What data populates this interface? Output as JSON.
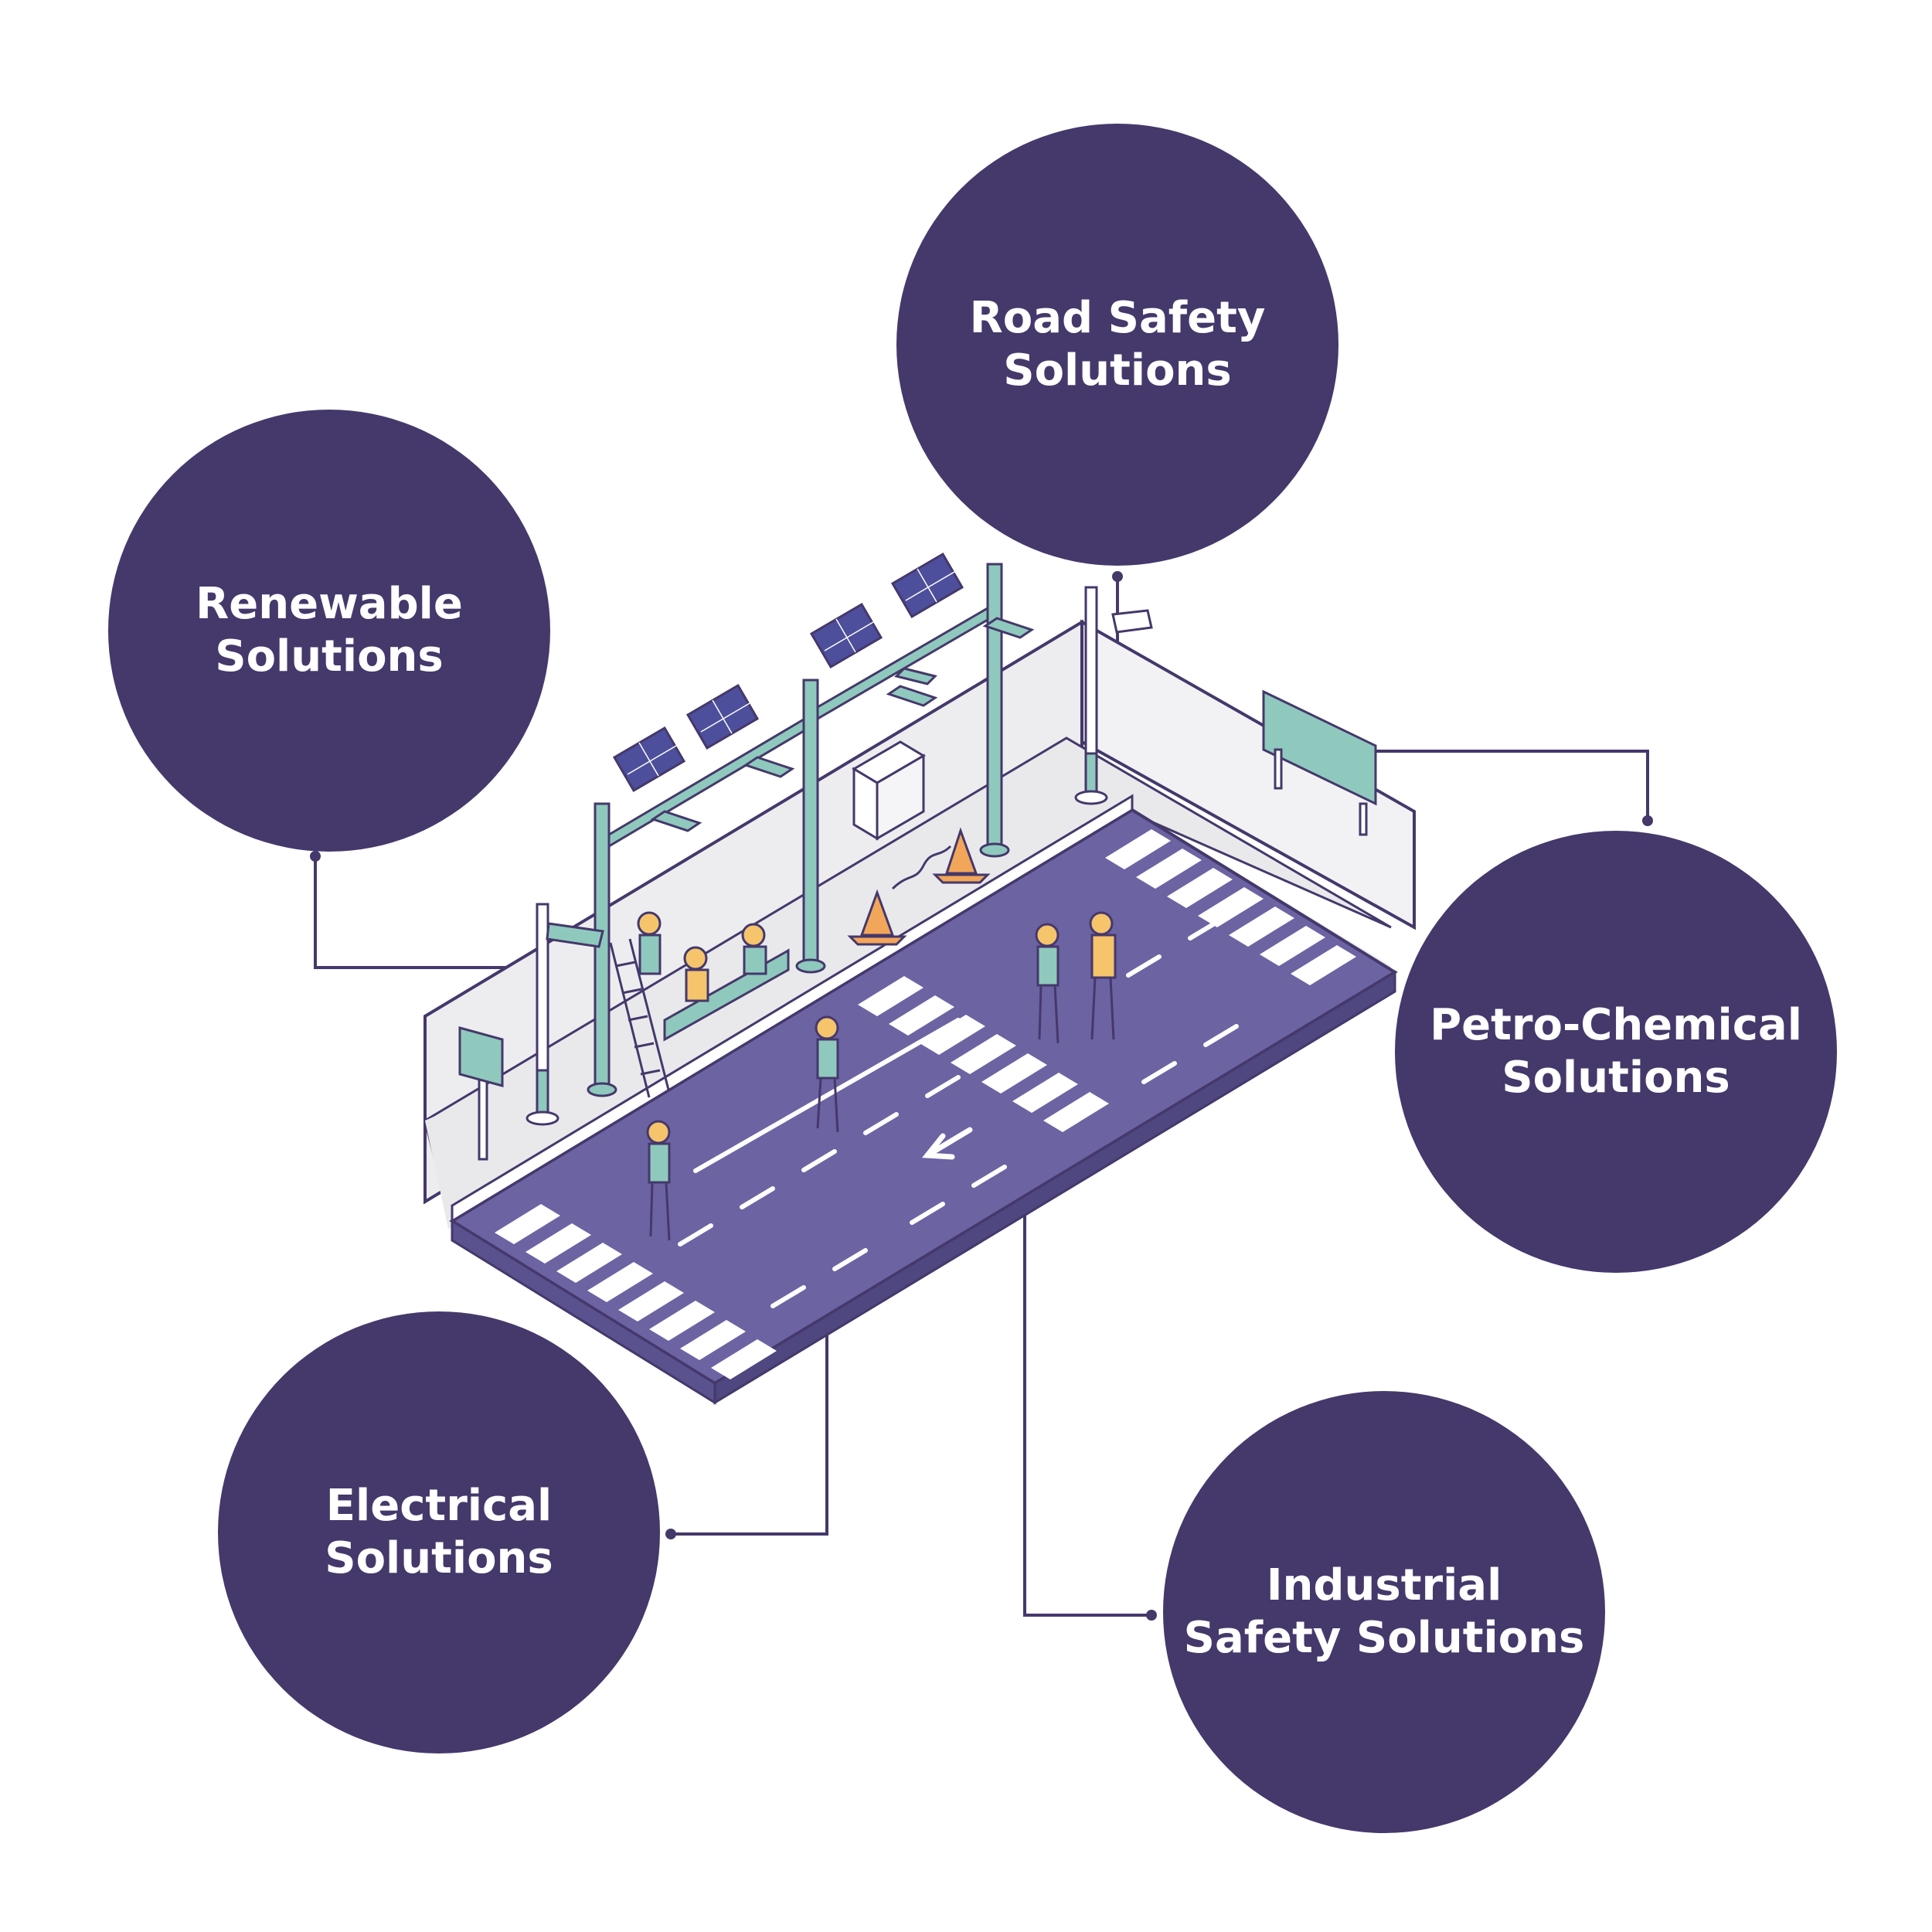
{
  "colors": {
    "circle": "#45386b",
    "circle_text": "#ffffff",
    "connector": "#45386b",
    "road": "#6c63a3",
    "road_marking": "#ffffff",
    "sidewalk": "#e9e9ec",
    "pole": "#8fc9bd",
    "panel": "#4d4f9c",
    "cone": "#f2a65a",
    "vest": "#f5c46b"
  },
  "nodes": {
    "road_safety": {
      "line1": "Road Safety",
      "line2": "Solutions"
    },
    "renewable": {
      "line1": "Renewable",
      "line2": "Solutions"
    },
    "petro_chemical": {
      "line1": "Petro-Chemical",
      "line2": "Solutions"
    },
    "electrical": {
      "line1": "Electrical",
      "line2": "Solutions"
    },
    "industrial": {
      "line1": "Industrial",
      "line2": "Safety Solutions"
    }
  },
  "illustration": {
    "subject": "isometric street scene",
    "icons": [
      "solar-panel-icon",
      "street-light-icon",
      "traffic-cone-icon",
      "pedestrian-sign-icon",
      "electrical-cabinet-icon",
      "highway-sign-icon",
      "worker-icon",
      "ladder-icon",
      "cctv-camera-icon"
    ]
  }
}
